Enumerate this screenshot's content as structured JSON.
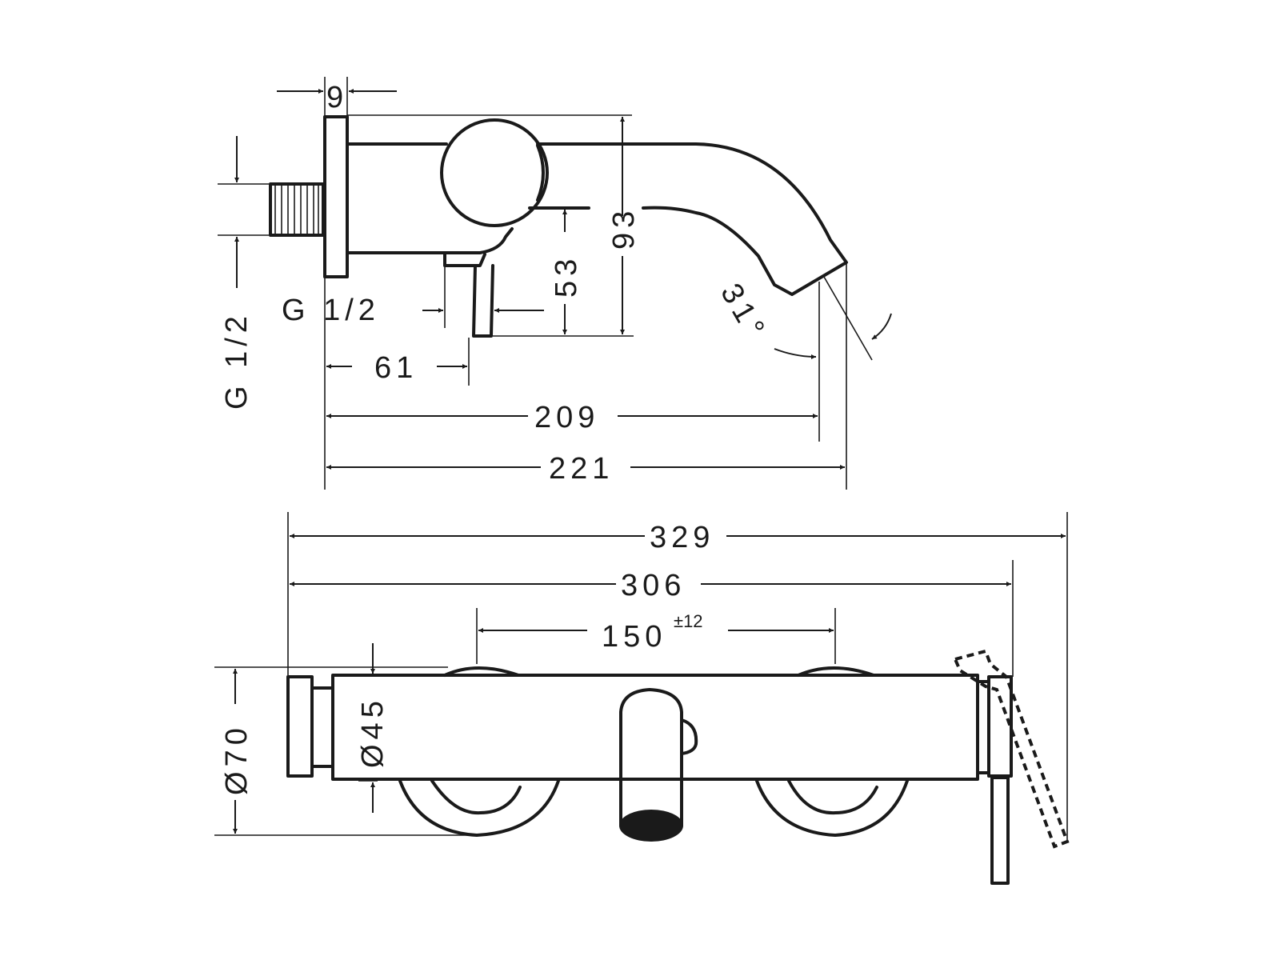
{
  "side_view": {
    "thickness": "9",
    "thread_left": "G 1/2",
    "thread_bottom": "G 1/2",
    "height_total": "93",
    "height_outlet": "53",
    "lever_offset": "61",
    "reach_outlet": "209",
    "reach_total": "221",
    "angle": "31°"
  },
  "front_view": {
    "width_total": "329",
    "width_body": "306",
    "centers": "150",
    "centers_tolerance": "±12",
    "body_diameter": "Ø45",
    "rosette_diameter": "Ø70"
  }
}
